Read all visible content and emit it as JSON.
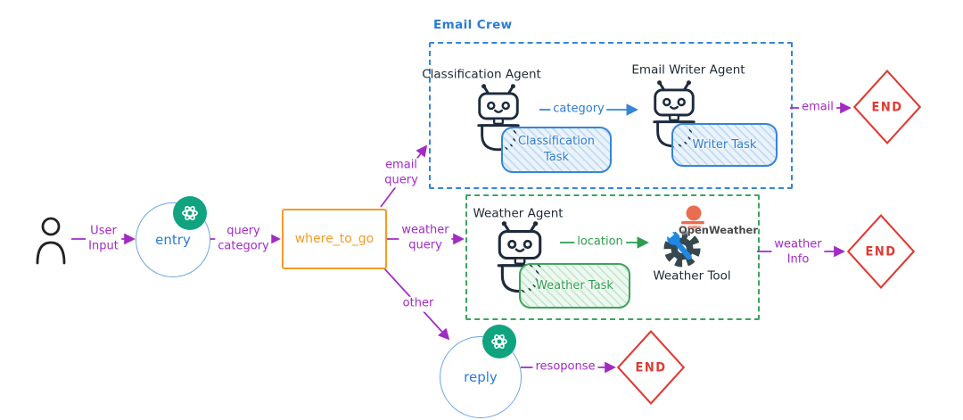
{
  "colors": {
    "purple": "#A12BC4",
    "blue": "#3585D8",
    "orange": "#F59B25",
    "green": "#3BA55C",
    "red": "#E03A34",
    "openai_green": "#10A37F",
    "robot_dark": "#1E2B3C",
    "openweather_orange": "#E96E50",
    "wrench_blue": "#1E88E5",
    "gear_gray": "#37474F"
  },
  "nodes": {
    "entry": {
      "label": "entry"
    },
    "where_to_go": {
      "label": "where_to_go"
    },
    "reply": {
      "label": "reply"
    },
    "end_email": {
      "label": "END"
    },
    "end_weather": {
      "label": "END"
    },
    "end_reply": {
      "label": "END"
    }
  },
  "email_crew": {
    "title": "Email Crew",
    "classification_agent": {
      "name": "Classification Agent",
      "task": "Classification\nTask"
    },
    "writer_agent": {
      "name": "Email Writer Agent",
      "task": "Writer Task"
    },
    "edge_category": "category"
  },
  "weather_crew": {
    "agent": "Weather Agent",
    "task": "Weather Task",
    "tool": "Weather Tool",
    "tool_brand": "OpenWeather",
    "edge_location": "location"
  },
  "edges": {
    "user_input": "User\nInput",
    "query_category": "query\ncategory",
    "email_query": "email\nquery",
    "weather_query": "weather\nquery",
    "other": "other",
    "email": "email",
    "weather_info": "weather\nInfo",
    "resoponse": "resoponse"
  }
}
